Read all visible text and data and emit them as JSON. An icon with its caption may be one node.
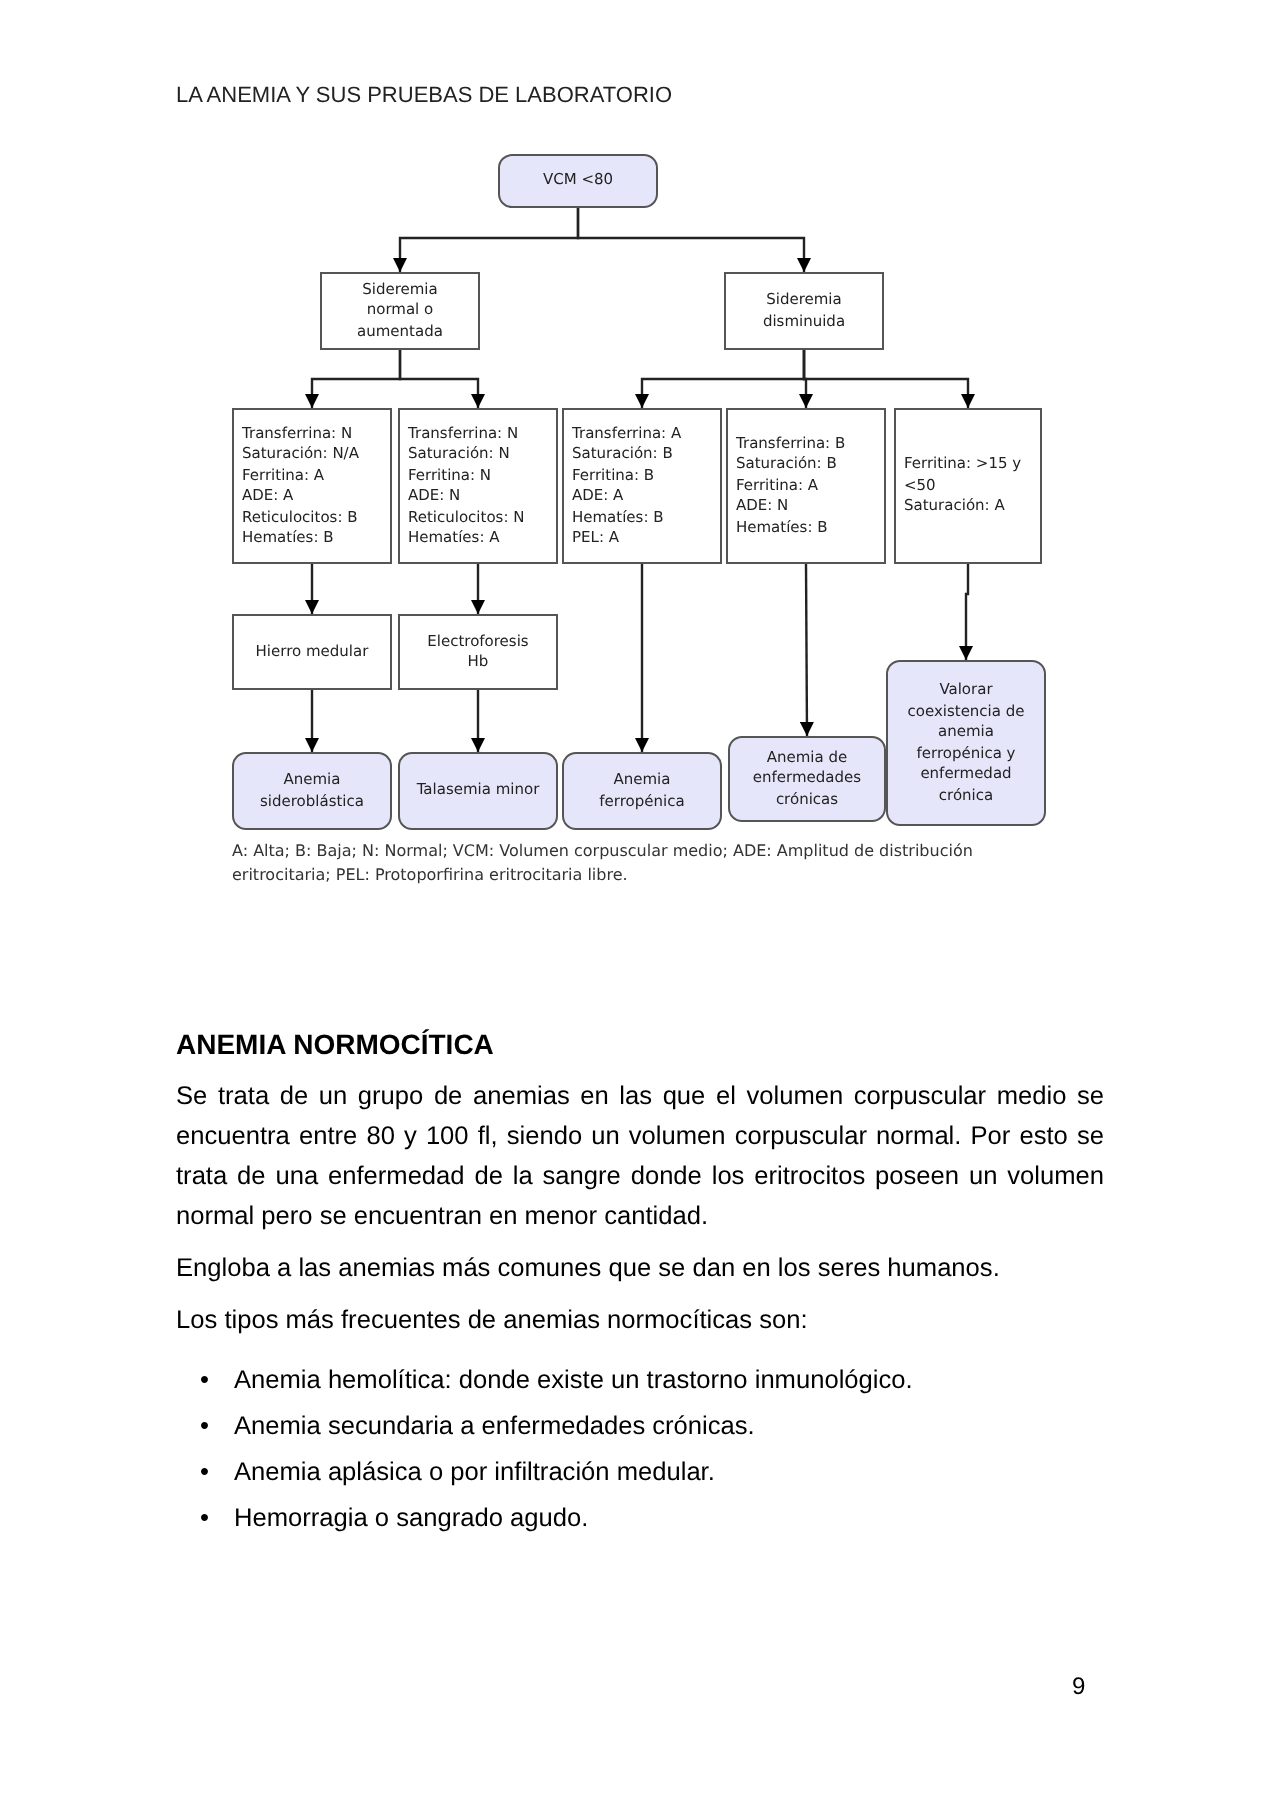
{
  "diagram": {
    "nodes": [
      {
        "text": [
          "VCM <80"
        ]
      },
      {
        "text": [
          "Sideremia normal o aumentada"
        ]
      },
      {
        "text": [
          "Sideremia disminuida"
        ]
      },
      {
        "text": [
          "Transferrina: N",
          "Saturación: N/A",
          "Ferritina: A",
          "ADE: A",
          "Reticulocitos: B",
          "Hematíes: B"
        ]
      },
      {
        "text": [
          "Transferrina: N",
          "Saturación: N",
          "Ferritina: N",
          "ADE: N",
          "Reticulocitos: N",
          "Hematíes: A"
        ]
      },
      {
        "text": [
          "Transferrina: A",
          "Saturación: B",
          "Ferritina: B",
          "ADE: A",
          "Hematíes: B",
          "PEL: A"
        ]
      },
      {
        "text": [
          "Transferrina: B",
          "Saturación: B",
          "Ferritina: A",
          "ADE: N",
          "Hematíes: B"
        ]
      },
      {
        "text": [
          "Ferritina: >15 y <50",
          "Saturación: A"
        ]
      },
      {
        "text": [
          "Hierro medular"
        ]
      },
      {
        "text": [
          "Electroforesis Hb"
        ]
      },
      {
        "text": [
          "Valorar coexistencia de anemia ferropénica y enfermedad crónica"
        ]
      },
      {
        "text": [
          "Anemia sideroblástica"
        ]
      },
      {
        "text": [
          "Talasemia minor"
        ]
      },
      {
        "text": [
          "Anemia ferropénica"
        ]
      },
      {
        "text": [
          "Anemia de enfermedades crónicas"
        ]
      }
    ],
    "edges": [
      {
        "from": 0,
        "to": 1,
        "arrow": "to"
      },
      {
        "from": 0,
        "to": 2,
        "arrow": "to"
      },
      {
        "from": 1,
        "to": 3,
        "arrow": "to"
      },
      {
        "from": 1,
        "to": 4,
        "arrow": "to"
      },
      {
        "from": 2,
        "to": 5,
        "arrow": "to"
      },
      {
        "from": 2,
        "to": 6,
        "arrow": "to"
      },
      {
        "from": 2,
        "to": 7,
        "arrow": "to"
      },
      {
        "from": 3,
        "to": 8,
        "arrow": "to"
      },
      {
        "from": 4,
        "to": 9,
        "arrow": "to"
      },
      {
        "from": 5,
        "to": 13,
        "arrow": "to"
      },
      {
        "from": 6,
        "to": 14,
        "arrow": "to"
      },
      {
        "from": 7,
        "to": 10,
        "arrow": "to"
      },
      {
        "from": 8,
        "to": 11,
        "arrow": "to"
      },
      {
        "from": 9,
        "to": 12,
        "arrow": "to"
      }
    ],
    "labels": [
      "LA ANEMIA Y SUS PRUEBAS DE LABORATORIO",
      "A: Alta; B: Baja; N: Normal; VCM: Volumen corpuscular medio; ADE: Amplitud de distribución eritrocitaria; PEL: Protoporfirina eritrocitaria libre.",
      "ANEMIA NORMOCÍTICA",
      "Se trata de un grupo de anemias en las que el volumen corpuscular medio se encuentra entre 80 y 100 fl, siendo un volumen corpuscular normal. Por esto se trata de una enfermedad de la sangre donde los eritrocitos poseen un volumen normal pero se encuentran en menor cantidad.",
      "Engloba a las anemias más comunes que se dan en los seres humanos.",
      "Los tipos más frecuentes de anemias normocíticas son:",
      "•",
      "Anemia hemolítica: donde existe un trastorno inmunológico.",
      "•",
      "Anemia secundaria a enfermedades crónicas.",
      "•",
      "Anemia aplásica o por infiltración medular.",
      "•",
      "Hemorragia o sangrado agudo.",
      "9"
    ]
  }
}
